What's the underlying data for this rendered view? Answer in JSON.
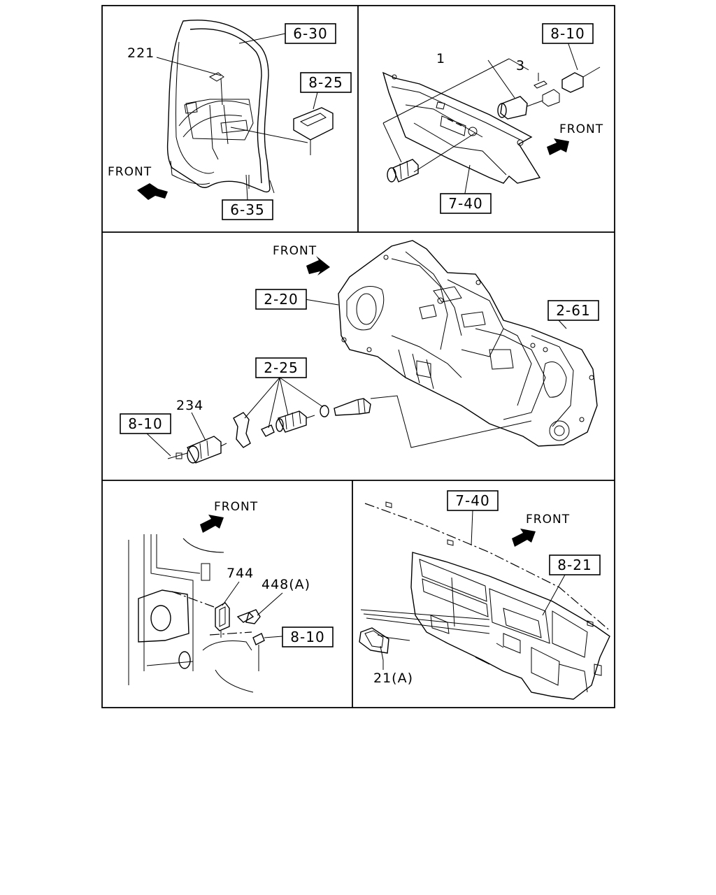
{
  "panels": {
    "cab_door": {
      "front_label": "FRONT",
      "refs": {
        "ref_a": "6-30",
        "ref_b": "8-25",
        "ref_c": "6-35"
      },
      "parts": {
        "part_a": "221"
      }
    },
    "cigar_lighter": {
      "front_label": "FRONT",
      "refs": {
        "ref_a": "8-10",
        "ref_b": "7-40"
      },
      "parts": {
        "part_a": "1",
        "part_b": "3"
      }
    },
    "transmission": {
      "front_label": "FRONT",
      "refs": {
        "ref_a": "2-20",
        "ref_b": "2-61",
        "ref_c": "2-25",
        "ref_d": "8-10"
      },
      "parts": {
        "part_a": "234"
      }
    },
    "pedal_switch": {
      "front_label": "FRONT",
      "refs": {
        "ref_a": "8-10"
      },
      "parts": {
        "part_a": "744",
        "part_b": "448(A)"
      }
    },
    "dashboard": {
      "front_label": "FRONT",
      "refs": {
        "ref_a": "7-40",
        "ref_b": "8-21"
      },
      "parts": {
        "part_a": "21(A)"
      }
    }
  }
}
